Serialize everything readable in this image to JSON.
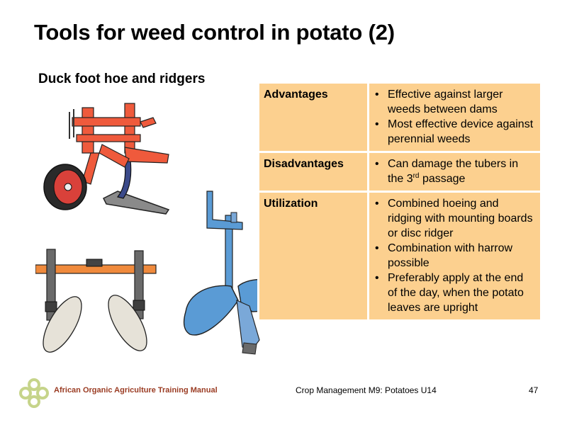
{
  "slide": {
    "title": "Tools for weed control in potato (2)",
    "subtitle": "Duck foot hoe and ridgers"
  },
  "table": {
    "rows": [
      {
        "header": "Advantages",
        "bullets": [
          {
            "text": "Effective against larger weeds between dams"
          },
          {
            "text": "Most effective device against perennial weeds"
          }
        ]
      },
      {
        "header": "Disadvantages",
        "bullets": [
          {
            "before": "Can damage the tubers in the 3",
            "sup": "rd",
            "after": " passage"
          }
        ]
      },
      {
        "header": "Utilization",
        "bullets": [
          {
            "text": "Combined hoeing and ridging with mounting boards or disc ridger"
          },
          {
            "text": "Combination with harrow possible"
          },
          {
            "text": "Preferably apply at the end of the day, when the potato leaves are upright"
          }
        ]
      }
    ]
  },
  "footer": {
    "manual": "African Organic Agriculture Training Manual",
    "module": "Crop Management M9: Potatoes U14",
    "page": "47"
  },
  "colors": {
    "table_fill": "#fcd08f",
    "hoe_red": "#ef5a3c",
    "ridger_blue": "#5a9bd5",
    "frame_orange": "#f08a3c",
    "footer_text": "#9a3b22",
    "logo_green": "#c6d48a"
  },
  "icons": {
    "logo": "flower-knot-logo-icon"
  }
}
